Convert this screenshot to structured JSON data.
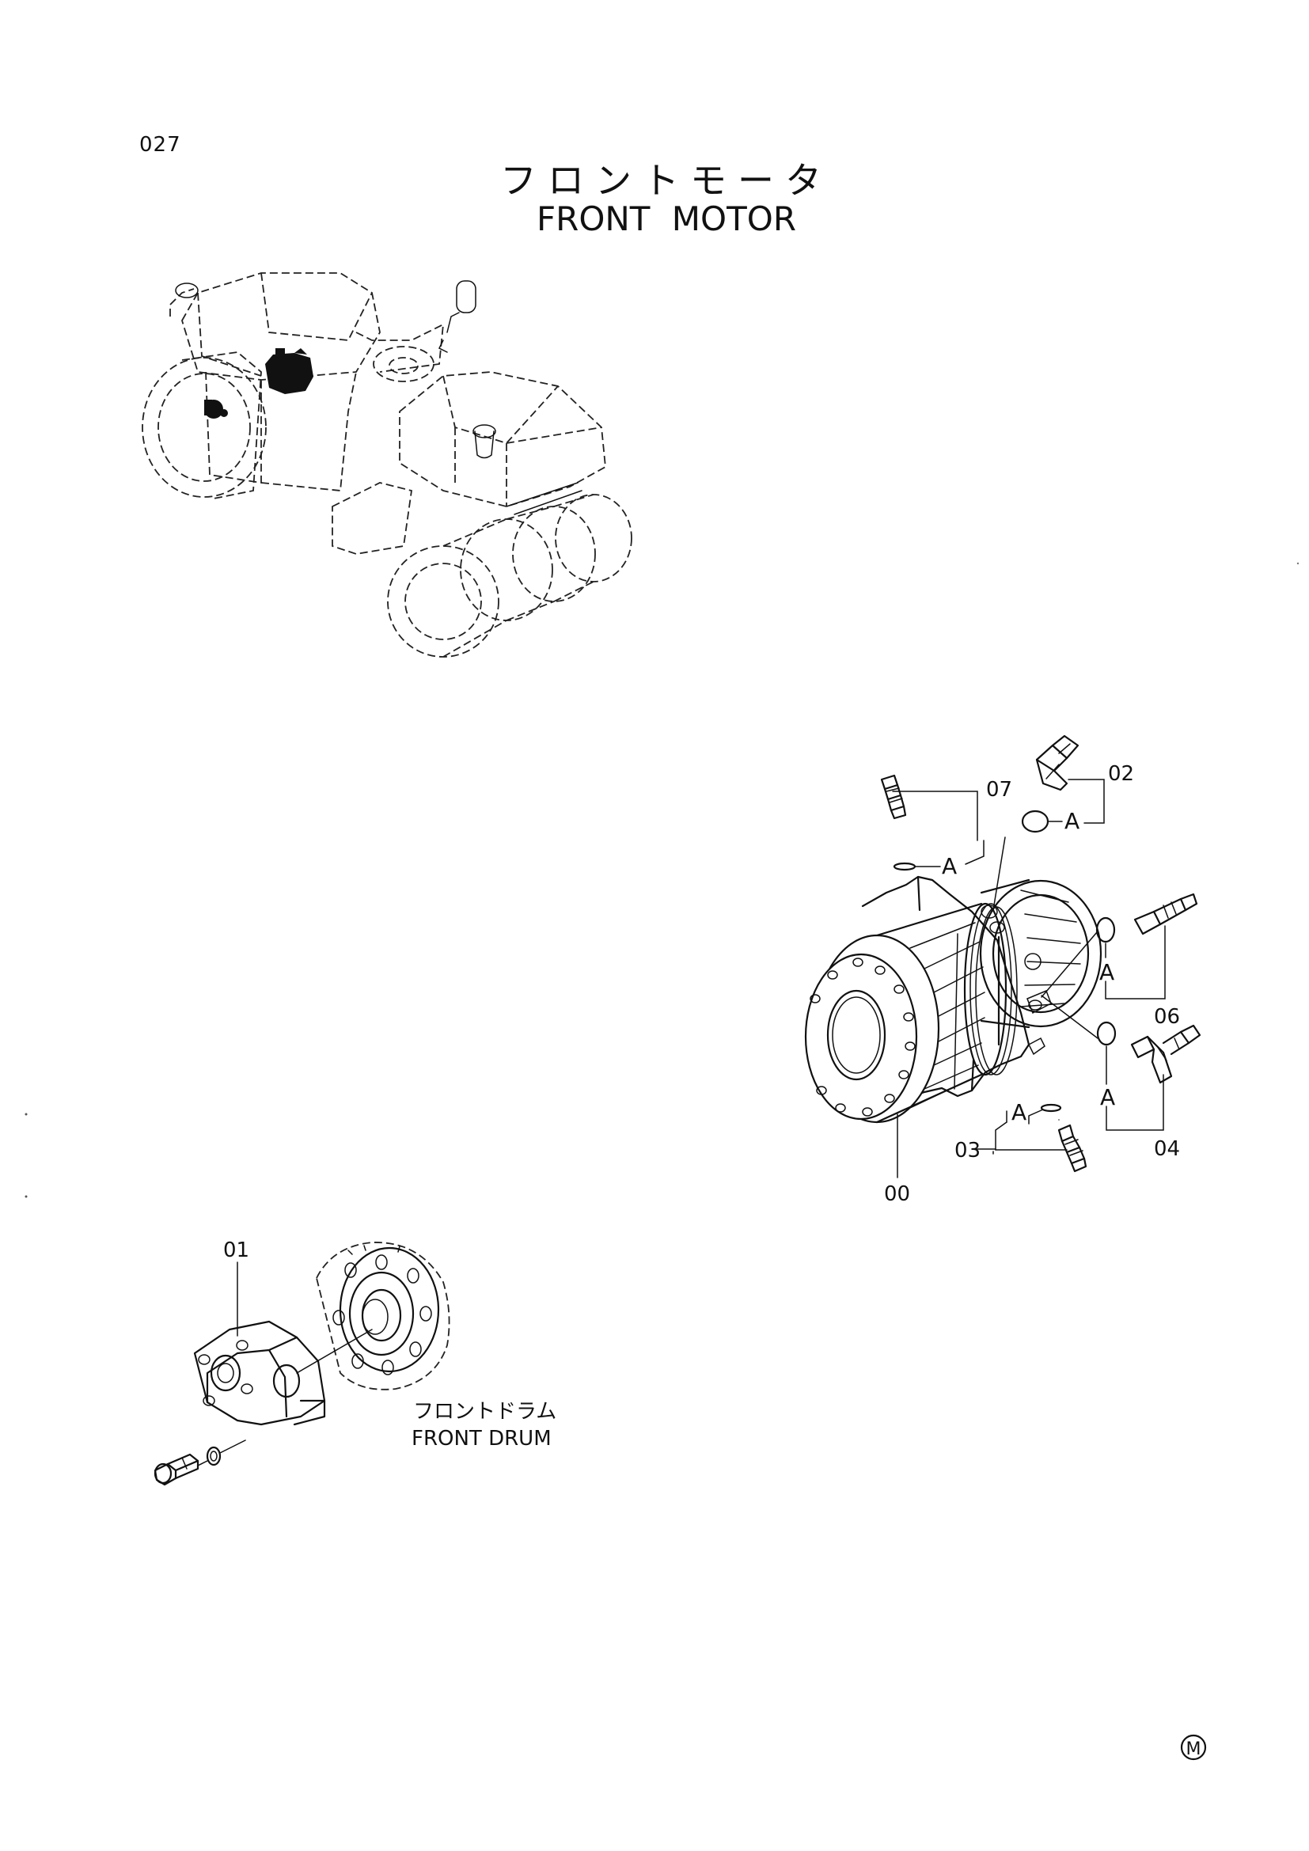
{
  "page": {
    "number": "027",
    "title_jp": "フロントモータ",
    "title_en": "FRONT MOTOR",
    "mark": "M"
  },
  "callouts": {
    "p00": "00",
    "p01": "01",
    "p02": "02",
    "p03": "03",
    "p04": "04",
    "p06": "06",
    "p07": "07",
    "ref": "A"
  },
  "notes": {
    "drum_jp": "フロントドラム",
    "drum_en": "FRONT DRUM"
  }
}
